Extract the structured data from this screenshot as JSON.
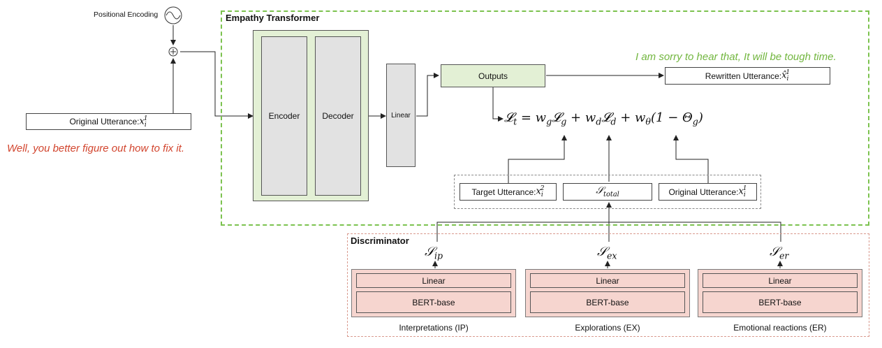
{
  "positional_encoding": {
    "label": "Positional Encoding"
  },
  "empathy_transformer": {
    "title": "Empathy Transformer",
    "encoder": "Encoder",
    "decoder": "Decoder",
    "linear": "Linear",
    "outputs": "Outputs",
    "loss": "𝓛t = wg𝓛g + wd𝓛d + wθ(1 − Θg)",
    "loss_parts": {
      "lhs": "𝓛",
      "lhs_sub": "t",
      "eq": " = w",
      "g": "g",
      "lg": "𝓛",
      "lg_sub": "g",
      "plus1": " + w",
      "d": "d",
      "ld": "𝓛",
      "ld_sub": "d",
      "plus2": " + w",
      "theta": "θ",
      "rest": "(1 − Θ",
      "theta_g": "g",
      "close": ")"
    },
    "target_utterance": {
      "label": "Target Utterance: ",
      "var": "x",
      "sub": "i",
      "sup": "2"
    },
    "s_total": {
      "var": "𝒮",
      "sub": "total"
    },
    "original_utterance_right": {
      "label": "Original Utterance: ",
      "var": "x",
      "sub": "i",
      "sup": "1"
    },
    "rewritten_utterance": {
      "label": "Rewritten Utterance: ",
      "var": "x̂",
      "sub": "i",
      "sup": "1"
    }
  },
  "original_utterance_input": {
    "label": "Original Utterance: ",
    "var": "x",
    "sub": "i",
    "sup": "1"
  },
  "input_example": "Well, you better figure out how to fix it.",
  "output_example": "I am sorry to hear that, It will be tough time.",
  "discriminator": {
    "title": "Discriminator",
    "heads": [
      {
        "score_var": "𝒮",
        "score_sub": "ip",
        "linear": "Linear",
        "bert": "BERT-base",
        "caption": "Interpretations (IP)"
      },
      {
        "score_var": "𝒮",
        "score_sub": "ex",
        "linear": "Linear",
        "bert": "BERT-base",
        "caption": "Explorations (EX)"
      },
      {
        "score_var": "𝒮",
        "score_sub": "er",
        "linear": "Linear",
        "bert": "BERT-base",
        "caption": "Emotional reactions (ER)"
      }
    ]
  },
  "colors": {
    "transformer_border": "#7cc24f",
    "transformer_fill": "#e3f0d5",
    "discriminator_border": "#d99a8e",
    "discriminator_fill": "#f6d5cf",
    "input_quote": "#d2452e",
    "output_quote": "#72b63f"
  },
  "icons": {
    "positional_encoding": "sine-wave-icon",
    "adder": "circle-plus-icon"
  }
}
